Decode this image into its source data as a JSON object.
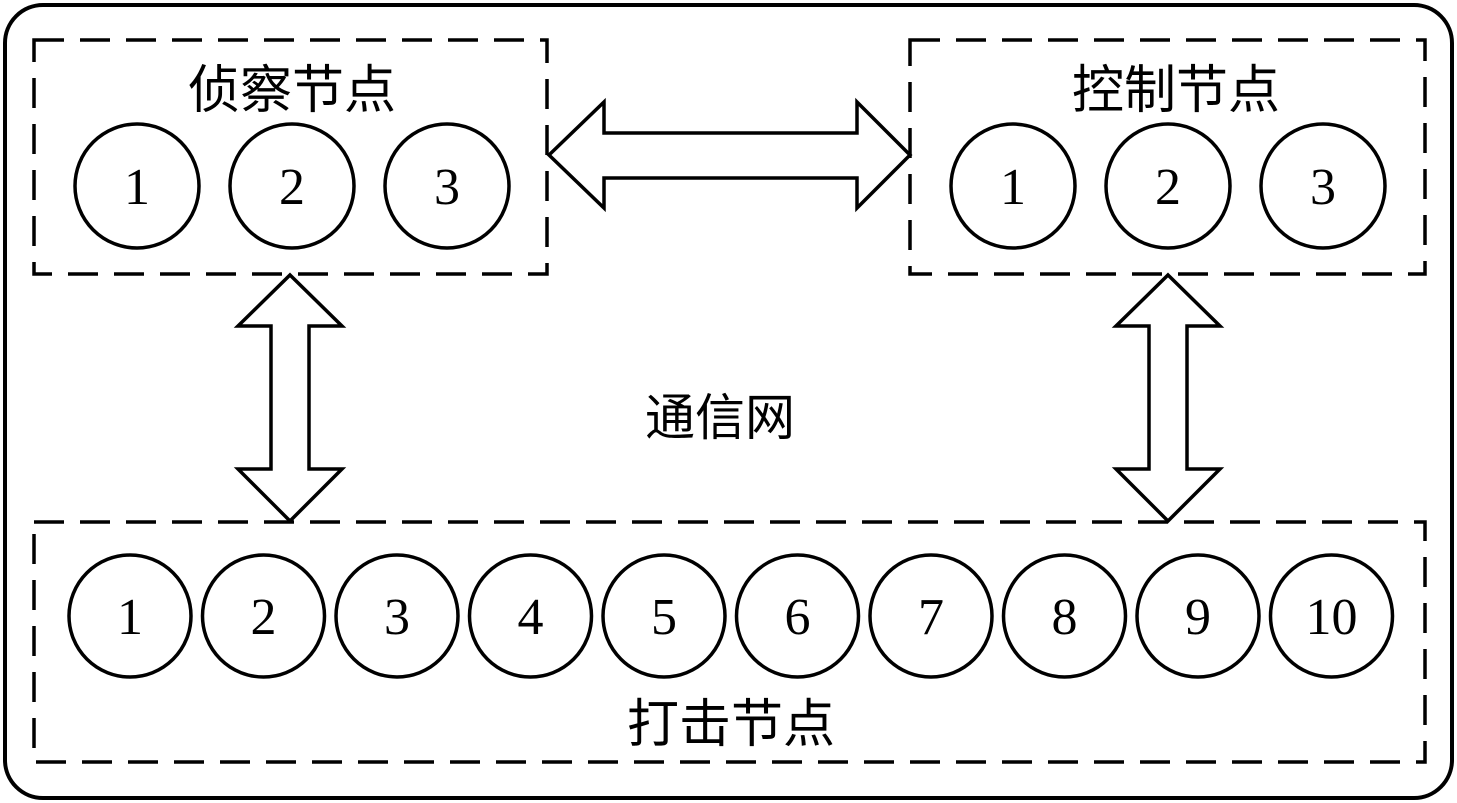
{
  "network": {
    "label": "通信网"
  },
  "recon": {
    "title": "侦察节点",
    "nodes": [
      "1",
      "2",
      "3"
    ]
  },
  "control": {
    "title": "控制节点",
    "nodes": [
      "1",
      "2",
      "3"
    ]
  },
  "strike": {
    "title": "打击节点",
    "nodes": [
      "1",
      "2",
      "3",
      "4",
      "5",
      "6",
      "7",
      "8",
      "9",
      "10"
    ]
  },
  "colors": {
    "stroke": "#000000",
    "fill": "#ffffff"
  }
}
